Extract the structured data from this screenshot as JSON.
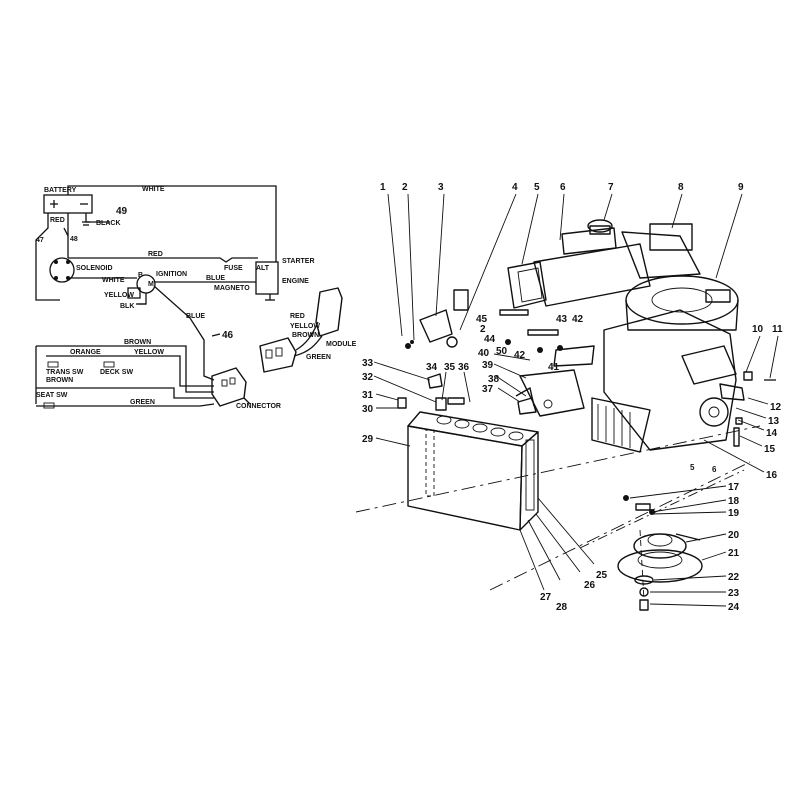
{
  "wiring": {
    "battery": "BATTERY",
    "white_top": "WHITE",
    "n49": "49",
    "black": "BLACK",
    "red_left": "RED",
    "n47": "47",
    "n48": "48",
    "red_mid": "RED",
    "solenoid": "SOLENOID",
    "white_mid": "WHITE",
    "b_term": "B",
    "m_term": "M",
    "ignition": "IGNITION",
    "fuse": "FUSE",
    "alt": "ALT",
    "starter": "STARTER",
    "engine": "ENGINE",
    "blue_mid": "BLUE",
    "magneto": "MAGNETO",
    "yellow_ign": "YELLOW",
    "blk": "BLK",
    "blue_down": "BLUE",
    "n46": "46",
    "red_mod": "RED",
    "yellow_mod": "YELLOW",
    "brown_mod": "BROWN",
    "module": "MODULE",
    "green_mod": "GREEN",
    "brown_top": "BROWN",
    "orange": "ORANGE",
    "yellow_sw": "YELLOW",
    "trans_sw": "TRANS SW",
    "deck_sw": "DECK SW",
    "brown_sw": "BROWN",
    "seat_sw": "SEAT SW",
    "green_bot": "GREEN",
    "connector": "CONNECTOR"
  },
  "callouts": {
    "c1": "1",
    "c2": "2",
    "c3": "3",
    "c4": "4",
    "c5": "5",
    "c6": "6",
    "c7": "7",
    "c8": "8",
    "c9": "9",
    "c10": "10",
    "c11": "11",
    "c12": "12",
    "c13": "13",
    "c14": "14",
    "c15": "15",
    "c16": "16",
    "c17": "17",
    "c18": "18",
    "c19": "19",
    "c20": "20",
    "c21": "21",
    "c22": "22",
    "c23": "23",
    "c24": "24",
    "c25": "25",
    "c26": "26",
    "c27": "27",
    "c28": "28",
    "c29": "29",
    "c30": "30",
    "c31": "31",
    "c32": "32",
    "c33": "33",
    "c34": "34",
    "c35": "35",
    "c36": "36",
    "c37": "37",
    "c38": "38",
    "c39": "39",
    "c40": "40",
    "c41": "41",
    "c42a": "42",
    "c42b": "42",
    "c43": "43",
    "c44": "44",
    "c45": "45",
    "c50": "50",
    "c2b": "2",
    "c5b": "5",
    "c6b": "6"
  }
}
